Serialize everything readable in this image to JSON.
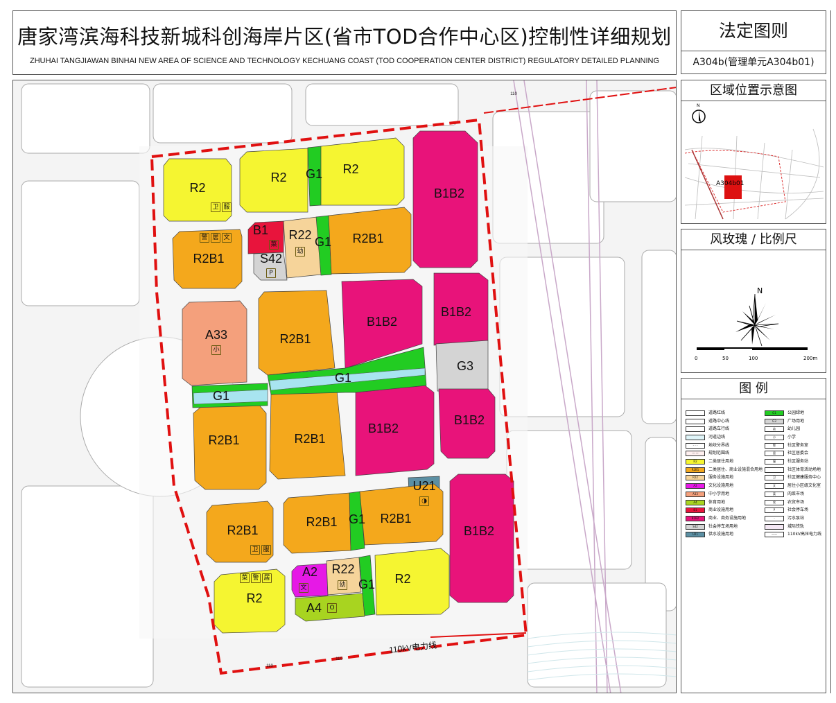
{
  "header": {
    "title": "唐家湾滨海科技新城科创海岸片区(省市TOD合作中心区)控制性详细规划",
    "subtitle": "ZHUHAI TANGJIAWAN BINHAI NEW AREA OF SCIENCE AND TECHNOLOGY KECHUANG COAST (TOD COOPERATION CENTER DISTRICT) REGULATORY DETAILED PLANNING"
  },
  "panel": {
    "title": "法定图则",
    "unit": "A304b(管理单元A304b01)",
    "location_title": "区域位置示意图",
    "location_label": "A304b01",
    "north": "N",
    "rose_title": "风玫瑰 / 比例尺",
    "scale": [
      "0",
      "50",
      "100",
      "200m"
    ],
    "legend_title": "图    例"
  },
  "map": {
    "power_line_label": "110kV电力线",
    "line_marks": [
      "110",
      "110",
      "110"
    ],
    "parcels": [
      {
        "code": "R2",
        "color": "#f5f531",
        "icons": [
          "卫",
          "服"
        ]
      },
      {
        "code": "R2",
        "color": "#f5f531",
        "icons": []
      },
      {
        "code": "G1",
        "color": "#22cc22",
        "icons": []
      },
      {
        "code": "R2",
        "color": "#f5f531",
        "icons": []
      },
      {
        "code": "B1B2",
        "color": "#e8137a",
        "icons": []
      },
      {
        "code": "R2B1",
        "color": "#f4a81c",
        "icons": [
          "警",
          "居",
          "文"
        ]
      },
      {
        "code": "B1",
        "color": "#e8143c",
        "icons": [
          "菜"
        ]
      },
      {
        "code": "S42",
        "color": "#d4d4d4",
        "icons": [
          "P"
        ]
      },
      {
        "code": "R22",
        "color": "#f6d49a",
        "icons": [
          "幼"
        ]
      },
      {
        "code": "G1",
        "color": "#22cc22",
        "icons": []
      },
      {
        "code": "R2B1",
        "color": "#f4a81c",
        "icons": []
      },
      {
        "code": "A33",
        "color": "#f4a07c",
        "icons": [
          "小"
        ]
      },
      {
        "code": "R2B1",
        "color": "#f4a81c",
        "icons": []
      },
      {
        "code": "R2B1",
        "color": "#f4a81c",
        "icons": []
      },
      {
        "code": "B1B2",
        "color": "#e8137a",
        "icons": []
      },
      {
        "code": "R2B1",
        "color": "#f4a81c",
        "icons": []
      },
      {
        "code": "B1B2",
        "color": "#e8137a",
        "icons": []
      },
      {
        "code": "B1B2",
        "color": "#e8137a",
        "icons": []
      },
      {
        "code": "G3",
        "color": "#d4d4d4",
        "icons": []
      },
      {
        "code": "B1B2",
        "color": "#e8137a",
        "icons": []
      },
      {
        "code": "U21",
        "color": "#5b8fa3",
        "icons": [
          "◑"
        ]
      },
      {
        "code": "R2B1",
        "color": "#f4a81c",
        "icons": [
          "卫",
          "服"
        ]
      },
      {
        "code": "R2B1",
        "color": "#f4a81c",
        "icons": []
      },
      {
        "code": "G1",
        "color": "#22cc22",
        "icons": []
      },
      {
        "code": "R2B1",
        "color": "#f4a81c",
        "icons": []
      },
      {
        "code": "B1B2",
        "color": "#e8137a",
        "icons": []
      },
      {
        "code": "R2",
        "color": "#f5f531",
        "icons": [
          "菜",
          "警",
          "居"
        ]
      },
      {
        "code": "A2",
        "color": "#e619e6",
        "icons": [
          "文"
        ]
      },
      {
        "code": "R22",
        "color": "#f6d49a",
        "icons": [
          "幼"
        ]
      },
      {
        "code": "A4",
        "color": "#a8d420",
        "icons": [
          "O"
        ]
      },
      {
        "code": "G1",
        "color": "#22cc22",
        "icons": []
      },
      {
        "code": "R2",
        "color": "#f5f531",
        "icons": []
      },
      {
        "code": "G1",
        "color": "#22cc22",
        "icons": []
      },
      {
        "code": "G1",
        "color": "#22cc22",
        "icons": []
      }
    ]
  },
  "legend": [
    {
      "label": "道路红线",
      "swatch": "#ffffff",
      "code": ""
    },
    {
      "label": "公园绿地",
      "swatch": "#22cc22",
      "code": "G1"
    },
    {
      "label": "道路中心线",
      "swatch": "#ffffff",
      "code": ""
    },
    {
      "label": "广场用地",
      "swatch": "#d4d4d4",
      "code": "G3"
    },
    {
      "label": "道路车行线",
      "swatch": "#ffffff",
      "code": ""
    },
    {
      "label": "幼儿园",
      "swatch": "#ffffff",
      "code": "幼"
    },
    {
      "label": "河道边线",
      "swatch": "#dff4f8",
      "code": ""
    },
    {
      "label": "小学",
      "swatch": "#ffffff",
      "code": "小"
    },
    {
      "label": "地块分界线",
      "swatch": "#ffffff",
      "code": "- - -"
    },
    {
      "label": "社区警务室",
      "swatch": "#ffffff",
      "code": "警"
    },
    {
      "label": "规划范围线",
      "swatch": "#fff0f0",
      "code": "— —"
    },
    {
      "label": "社区居委会",
      "swatch": "#ffffff",
      "code": "居"
    },
    {
      "label": "二类居住用地",
      "swatch": "#f5f531",
      "code": "R2"
    },
    {
      "label": "社区服务站",
      "swatch": "#ffffff",
      "code": "服"
    },
    {
      "label": "二类居住、商业设施混合用地",
      "swatch": "#f4a81c",
      "code": "R2B1"
    },
    {
      "label": "社区体育活动场地",
      "swatch": "#ffffff",
      "code": ""
    },
    {
      "label": "服务设施用地",
      "swatch": "#f6d49a",
      "code": "R22"
    },
    {
      "label": "社区健康服务中心",
      "swatch": "#ffffff",
      "code": "卫"
    },
    {
      "label": "文化设施用地",
      "swatch": "#e619e6",
      "code": "A2"
    },
    {
      "label": "居住小区级文化室",
      "swatch": "#ffffff",
      "code": "文"
    },
    {
      "label": "中小学用地",
      "swatch": "#f4a07c",
      "code": "A33"
    },
    {
      "label": "肉菜市场",
      "swatch": "#ffffff",
      "code": "菜"
    },
    {
      "label": "体育用地",
      "swatch": "#a8d420",
      "code": "A4"
    },
    {
      "label": "农贸市场",
      "swatch": "#ffffff",
      "code": "农"
    },
    {
      "label": "商业设施用地",
      "swatch": "#e8143c",
      "code": "B1"
    },
    {
      "label": "社会停车场",
      "swatch": "#ffffff",
      "code": "P"
    },
    {
      "label": "商业、商务设施用地",
      "swatch": "#e8137a",
      "code": "B1B2"
    },
    {
      "label": "污水泵站",
      "swatch": "#ffffff",
      "code": "·"
    },
    {
      "label": "社会停车场用地",
      "swatch": "#d4d4d4",
      "code": "S42"
    },
    {
      "label": "城际铁轨",
      "swatch": "#f4e8f4",
      "code": ""
    },
    {
      "label": "供水设施用地",
      "swatch": "#5b8fa3",
      "code": "U21"
    },
    {
      "label": "110kV高压电力线",
      "swatch": "#ffffff",
      "code": "——"
    }
  ]
}
